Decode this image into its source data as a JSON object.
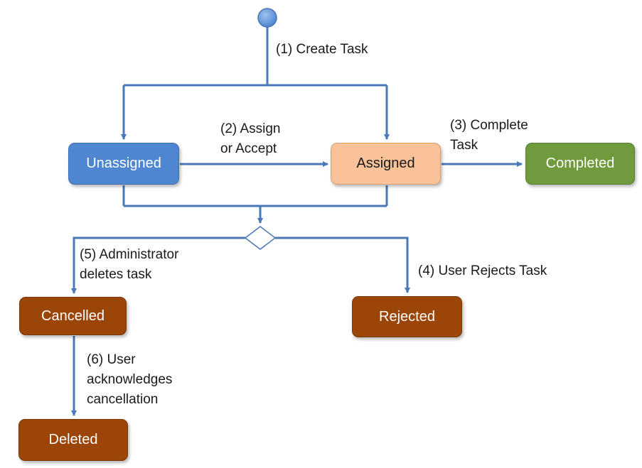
{
  "colors": {
    "connector": "#4a78b8",
    "unassigned": "#4f86d1",
    "assigned": "#f9c299",
    "completed": "#6f9a3d",
    "brown": "#9b4509"
  },
  "states": {
    "unassigned": "Unassigned",
    "assigned": "Assigned",
    "completed": "Completed",
    "cancelled": "Cancelled",
    "rejected": "Rejected",
    "deleted": "Deleted"
  },
  "transitions": {
    "create": [
      "(1) Create Task"
    ],
    "assign": [
      "(2) Assign",
      "or Accept"
    ],
    "complete": [
      "(3) Complete",
      "Task"
    ],
    "reject": [
      "(4) User Rejects Task"
    ],
    "admin_delete": [
      "(5) Administrator",
      "deletes task"
    ],
    "acknowledge": [
      "(6) User",
      "acknowledges",
      "cancellation"
    ]
  }
}
